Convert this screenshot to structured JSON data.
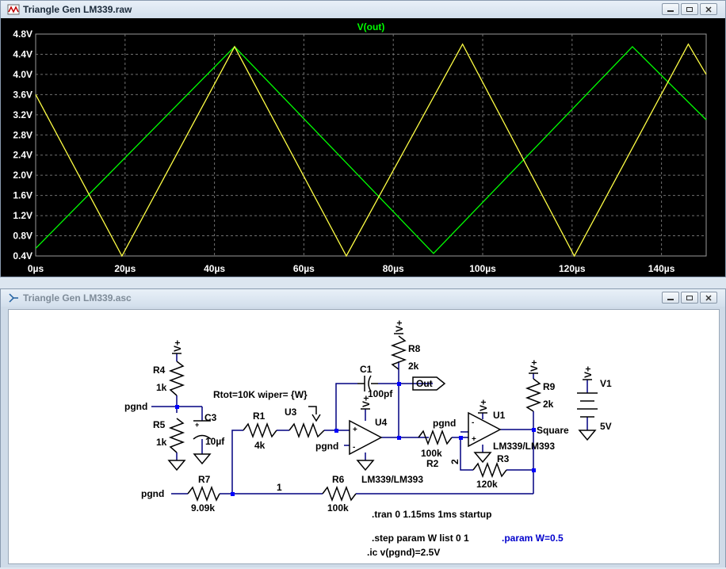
{
  "waveform_window": {
    "title": "Triangle Gen LM339.raw",
    "trace_label": "V(out)",
    "colors": {
      "trace_green": "#00ff00",
      "trace_yellow": "#ffff44",
      "grid": "#707070",
      "axis_text": "#ffffff",
      "background": "#000000"
    }
  },
  "schematic_window": {
    "title": "Triangle Gen LM339.asc",
    "labels": {
      "vplus": "V+",
      "pgnd": "pgnd",
      "r4": "R4",
      "r4v": "1k",
      "r5": "R5",
      "r5v": "1k",
      "c3": "C3",
      "c3v": "10µf",
      "plus": "+",
      "rtot": "Rtot=10K wiper= {W}",
      "r1": "R1",
      "r1v": "4k",
      "u3": "U3",
      "c1": "C1",
      "c1v": "100pf",
      "r8": "R8",
      "r8v": "2k",
      "out": "Out",
      "u4": "U4",
      "u4m": "LM339/LM393",
      "r2": "R2",
      "r2v": "100k",
      "n2": "2",
      "u1": "U1",
      "u1m": "LM339/LM393",
      "r3": "R3",
      "r3v": "120k",
      "r9": "R9",
      "r9v": "2k",
      "square": "Square",
      "v1": "V1",
      "v1v": "5V",
      "r7": "R7",
      "r7v": "9.09k",
      "n1": "1",
      "r6": "R6",
      "r6v": "100k",
      "minus": "-"
    },
    "directives": {
      "tran": ".tran 0 1.15ms 1ms startup",
      "step": ".step param W list 0 1",
      "param": ".param W=0.5",
      "ic": ".ic v(pgnd)=2.5V"
    },
    "colors": {
      "wire": "#000080",
      "component": "#000000",
      "param_text": "#0000cc",
      "node": "#0000ff"
    }
  },
  "chart_data": {
    "type": "line",
    "title": "V(out)",
    "xlabel": "",
    "ylabel": "",
    "xlim": [
      0,
      150
    ],
    "ylim": [
      0.4,
      4.8
    ],
    "x_ticks": [
      0,
      20,
      40,
      60,
      80,
      100,
      120,
      140
    ],
    "x_tick_labels": [
      "0µs",
      "20µs",
      "40µs",
      "60µs",
      "80µs",
      "100µs",
      "120µs",
      "140µs"
    ],
    "y_ticks": [
      0.4,
      0.8,
      1.2,
      1.6,
      2.0,
      2.4,
      2.8,
      3.2,
      3.6,
      4.0,
      4.4,
      4.8
    ],
    "y_tick_labels": [
      "0.4V",
      "0.8V",
      "1.2V",
      "1.6V",
      "2.0V",
      "2.4V",
      "2.8V",
      "3.2V",
      "3.6V",
      "4.0V",
      "4.4V",
      "4.8V"
    ],
    "grid": true,
    "legend": "top-center",
    "series": [
      {
        "color": "#00ff00",
        "x": [
          0,
          44.5,
          89,
          133.5,
          150
        ],
        "y": [
          0.55,
          4.55,
          0.45,
          4.55,
          3.1
        ]
      },
      {
        "color": "#ffff44",
        "x": [
          0,
          19.3,
          44.5,
          69.5,
          95.5,
          120.5,
          146,
          150
        ],
        "y": [
          3.6,
          0.4,
          4.55,
          0.4,
          4.6,
          0.4,
          4.6,
          4.0
        ]
      }
    ]
  }
}
